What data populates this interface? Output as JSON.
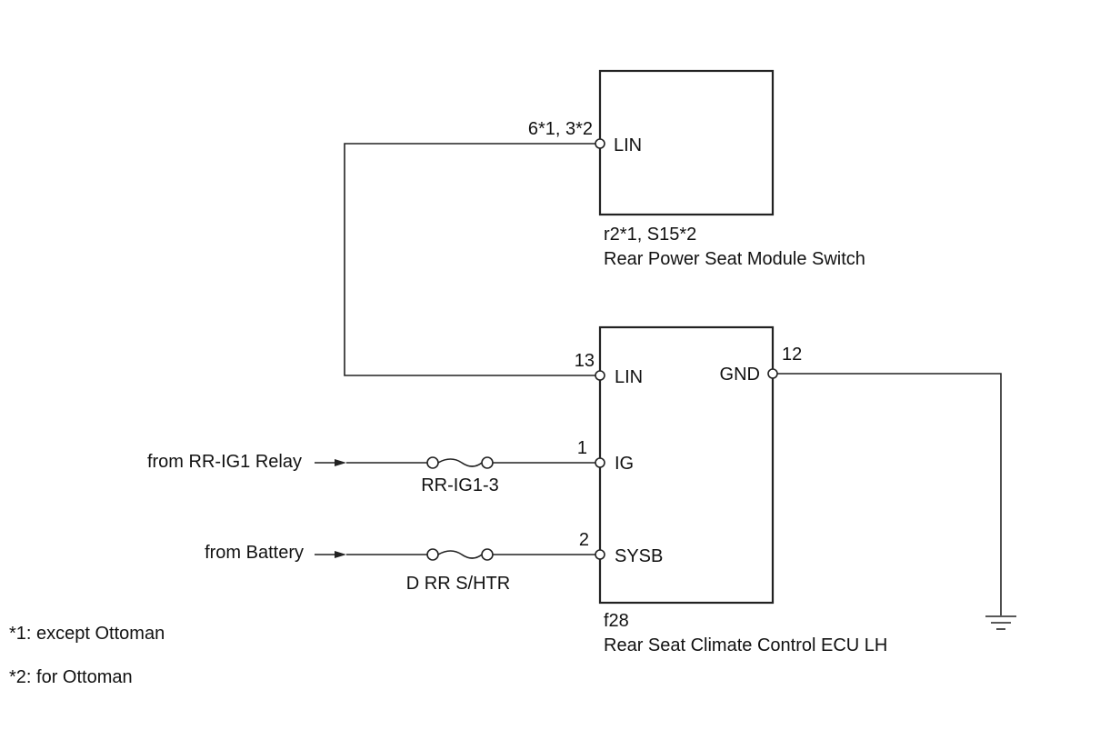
{
  "module_switch": {
    "connector": "r2*1, S15*2",
    "name": "Rear Power Seat Module Switch",
    "pin_lin_number": "6*1, 3*2",
    "pin_lin_label": "LIN"
  },
  "ecu": {
    "connector": "f28",
    "name": "Rear Seat Climate Control ECU LH",
    "pins": {
      "lin": {
        "number": "13",
        "label": "LIN"
      },
      "ig": {
        "number": "1",
        "label": "IG"
      },
      "sysb": {
        "number": "2",
        "label": "SYSB"
      },
      "gnd": {
        "number": "12",
        "label": "GND"
      }
    }
  },
  "sources": {
    "relay": "from RR-IG1 Relay",
    "battery": "from Battery"
  },
  "fuses": {
    "ig": "RR-IG1-3",
    "sysb": "D RR S/HTR"
  },
  "notes": {
    "note1": "*1: except Ottoman",
    "note2": "*2: for Ottoman"
  },
  "icons": [
    "ground-icon",
    "fuse-icon",
    "terminal-icon",
    "arrow-icon"
  ]
}
